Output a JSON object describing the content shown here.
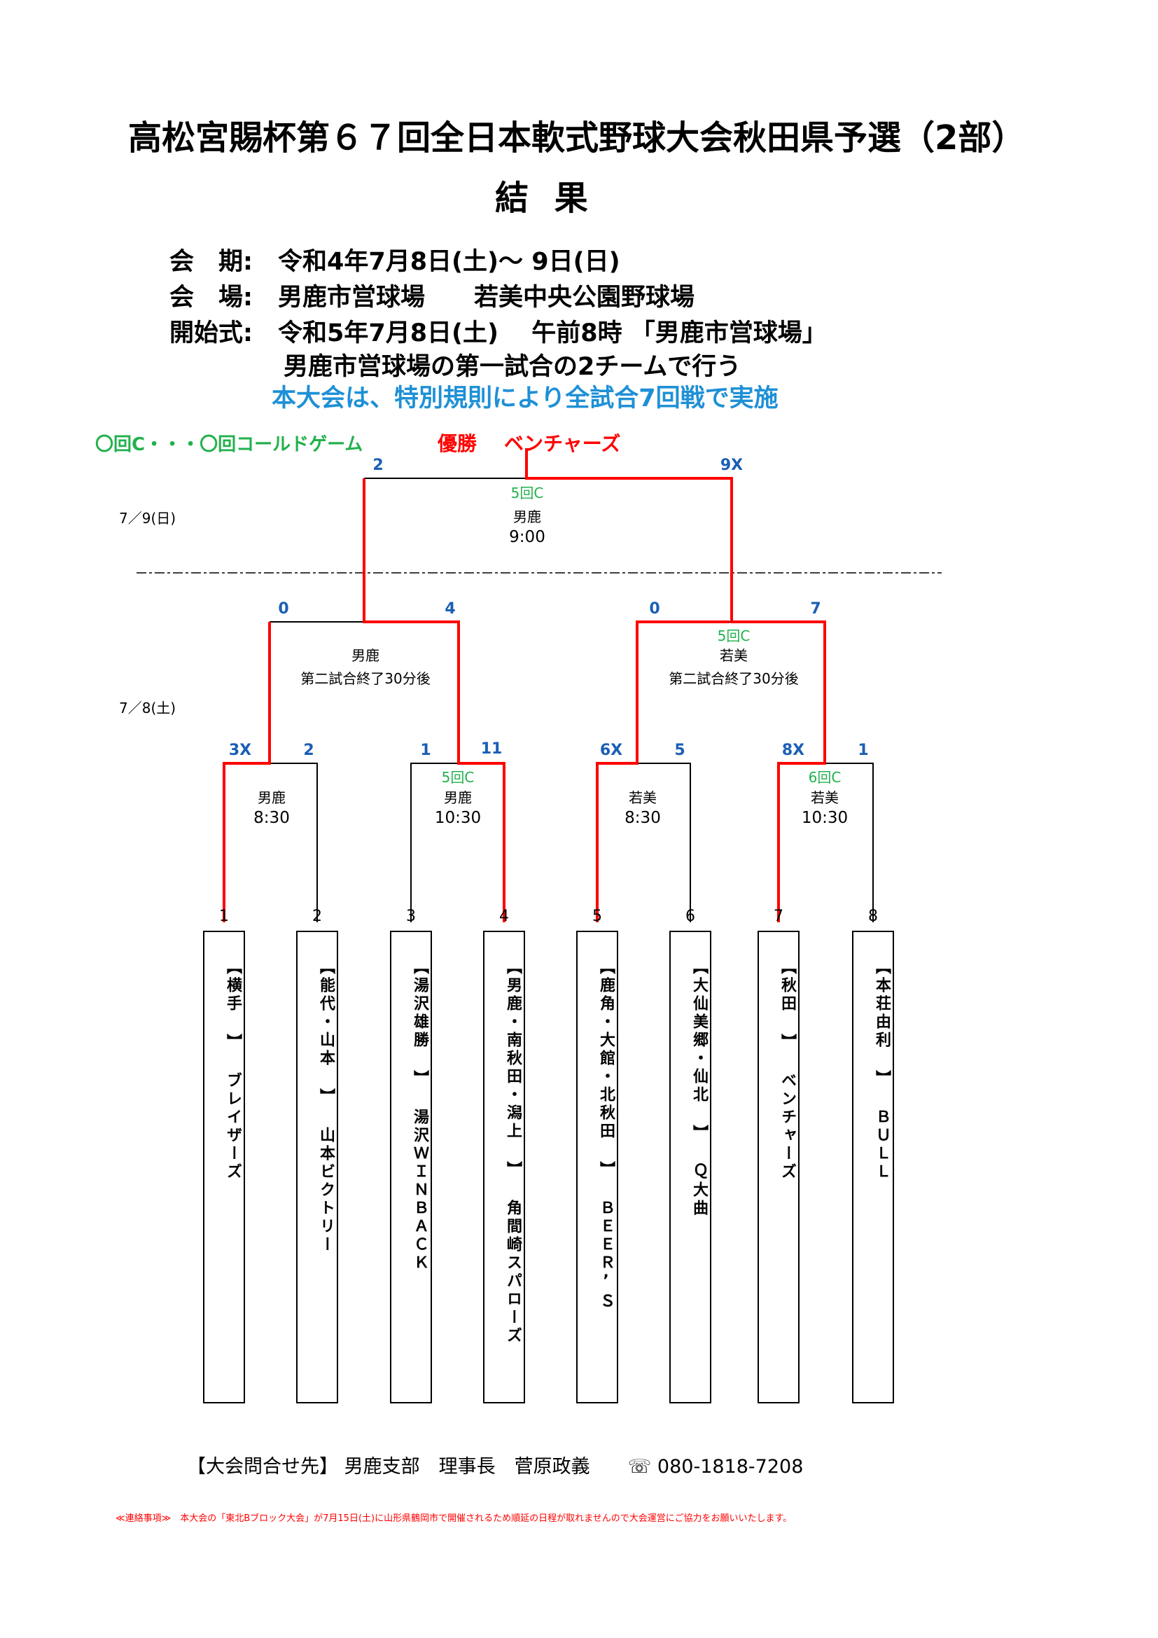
{
  "title": "高松宮賜杯第６７回全日本軟式野球大会秋田県予選（2部）",
  "subtitle": "結 果",
  "info": {
    "period_label": "会　期:",
    "period_value": "令和4年7月8日(土)～ 9日(日)",
    "venue_label": "会　場:",
    "venue_value": "男鹿市営球場　　若美中央公園野球場",
    "opening_label": "開始式:",
    "opening_value": "令和5年7月8日(土)　 午前8時 「男鹿市営球場」",
    "opening_note": "男鹿市営球場の第一試合の2チームで行う"
  },
  "rule_note": "本大会は、特別規則により全試合7回戦で実施",
  "legend": "〇回C・・・〇回コールドゲーム",
  "champion_label": "優勝",
  "champion_team": "ベンチャーズ",
  "dates": {
    "day2": "7／9(日)",
    "day1": "7／8(土)"
  },
  "final": {
    "score_left": "2",
    "score_right": "9X",
    "cold": "5回C",
    "venue": "男鹿",
    "time": "9:00"
  },
  "semis": [
    {
      "score_left": "0",
      "score_right": "4",
      "cold": "",
      "venue": "男鹿",
      "time": "第二試合終了30分後"
    },
    {
      "score_left": "0",
      "score_right": "7",
      "cold": "5回C",
      "venue": "若美",
      "time": "第二試合終了30分後"
    }
  ],
  "first_round": [
    {
      "score_left": "3X",
      "score_right": "2",
      "cold": "",
      "venue": "男鹿",
      "time": "8:30"
    },
    {
      "score_left": "1",
      "score_right": "11",
      "cold": "5回C",
      "venue": "男鹿",
      "time": "10:30"
    },
    {
      "score_left": "6X",
      "score_right": "5",
      "cold": "",
      "venue": "若美",
      "time": "8:30"
    },
    {
      "score_left": "8X",
      "score_right": "1",
      "cold": "6回C",
      "venue": "若美",
      "time": "10:30"
    }
  ],
  "teams": [
    {
      "num": "1",
      "name": "【横手 】 ブレイザーズ"
    },
    {
      "num": "2",
      "name": "【能代・山本 】 山本ビクトリー"
    },
    {
      "num": "3",
      "name": "【湯沢雄勝 】 湯沢ＷＩＮＢＡＣＫ"
    },
    {
      "num": "4",
      "name": "【男鹿・南秋田・潟上 】 角間崎スパローズ"
    },
    {
      "num": "5",
      "name": "【鹿角・大館・北秋田 】 ＢＥＥＲ’Ｓ"
    },
    {
      "num": "6",
      "name": "【大仙美郷・仙北 】 Ｑ大曲"
    },
    {
      "num": "7",
      "name": "【秋田 】 ベンチャーズ"
    },
    {
      "num": "8",
      "name": "【本荘由利 】 ＢＵＬＬ"
    }
  ],
  "contact": "【大会問合せ先】 男鹿支部　理事長　菅原政義　　☏ 080-1818-7208",
  "note": "≪連絡事項≫　本大会の「東北Bブロック大会」が7月15日(土)に山形県鶴岡市で開催されるため順延の日程が取れませんので大会運営にご協力をお願いいたします。",
  "colors": {
    "winner_line": "#ff0000",
    "score": "#1a5fb4",
    "cold": "#22b14c",
    "rule": "#1e90d6"
  }
}
